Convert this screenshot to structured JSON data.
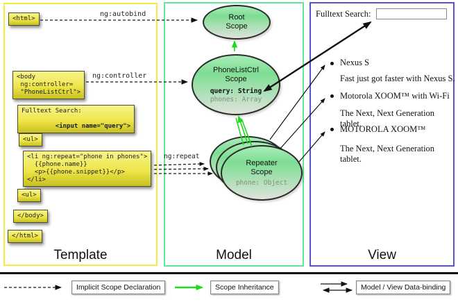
{
  "colors": {
    "template_border": "#f3ec3d",
    "model_border": "#62e69b",
    "view_border": "#5b51c9",
    "inheritance_green": "#1edb1e"
  },
  "template": {
    "label": "Template",
    "box_html_open": "<html>",
    "box_body_open": "<body\n ng:controller=\n \"PhoneListCtrl\">",
    "box_fulltext_label": "Fulltext Search:",
    "box_fulltext_input": "  <input name=\"query\">",
    "box_ul_open": "<ul>",
    "box_li": "<li ng:repeat=\"phone in phones\">\n  {{phone.name}}\n  <p>{{phone.snippet}}</p>\n</li>",
    "box_ul_close": "<ul>",
    "box_body_close": "</body>",
    "box_html_close": "</html>"
  },
  "arrows": {
    "autobind_label": "ng:autobind",
    "controller_label": "ng:controller",
    "repeat_label": "ng:repeat"
  },
  "model": {
    "label": "Model",
    "root_scope": {
      "line1": "Root",
      "line2": "Scope"
    },
    "ctrl_scope": {
      "line1": "PhoneListCtrl",
      "line2": "Scope",
      "prop1": "query: String",
      "prop2": "phones: Array"
    },
    "repeater_scope": {
      "line1": "Repeater",
      "line2": "Scope",
      "prop1": "phone: Object"
    }
  },
  "view": {
    "label": "View",
    "search_label": "Fulltext Search:",
    "search_value": "",
    "items": [
      {
        "title": "Nexus S",
        "desc": "Fast just got faster with Nexus S."
      },
      {
        "title": "Motorola XOOM™ with Wi-Fi",
        "desc": "The Next, Next Generation tablet."
      },
      {
        "title": "MOTOROLA XOOM™",
        "desc": "The Next, Next Generation tablet."
      }
    ]
  },
  "legend": {
    "implicit": "Implicit Scope Declaration",
    "inheritance": "Scope Inheritance",
    "binding": "Model / View Data-binding"
  }
}
